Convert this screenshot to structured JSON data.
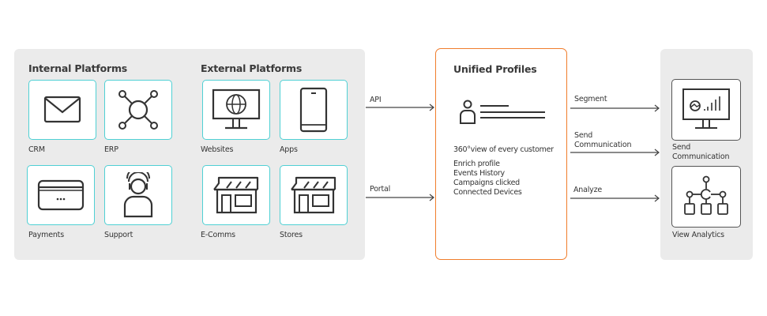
{
  "colors": {
    "panel_bg": "#ebebeb",
    "source_tile_border": "#4fd0d4",
    "unified_border": "#f07d2c",
    "icon_stroke": "#333333",
    "output_tile_border": "#555555"
  },
  "sources": {
    "internal": {
      "title": "Internal Platforms",
      "items": [
        {
          "label": "CRM",
          "icon": "envelope-icon"
        },
        {
          "label": "ERP",
          "icon": "network-hub-icon"
        },
        {
          "label": "Payments",
          "icon": "credit-card-icon"
        },
        {
          "label": "Support",
          "icon": "support-agent-icon"
        }
      ]
    },
    "external": {
      "title": "External Platforms",
      "items": [
        {
          "label": "Websites",
          "icon": "monitor-globe-icon"
        },
        {
          "label": "Apps",
          "icon": "smartphone-icon"
        },
        {
          "label": "E-Comms",
          "icon": "storefront-icon"
        },
        {
          "label": "Stores",
          "icon": "storefront-icon"
        }
      ]
    }
  },
  "inputs": [
    {
      "label": "API"
    },
    {
      "label": "Portal"
    }
  ],
  "unified": {
    "title": "Unified Profiles",
    "icon": "user-profile-icon",
    "description": "360°view of every customer",
    "features": [
      "Enrich profile",
      "Events History",
      "Campaigns clicked",
      "Connected Devices"
    ]
  },
  "outputs": {
    "arrows": [
      {
        "label": "Segment"
      },
      {
        "label_line1": "Send",
        "label_line2": "Communication"
      },
      {
        "label": "Analyze"
      }
    ],
    "tiles": [
      {
        "label_line1": "Send",
        "label_line2": "Communication",
        "icon": "dashboard-monitor-icon"
      },
      {
        "label": "View Analytics",
        "icon": "hierarchy-analytics-icon"
      }
    ]
  }
}
